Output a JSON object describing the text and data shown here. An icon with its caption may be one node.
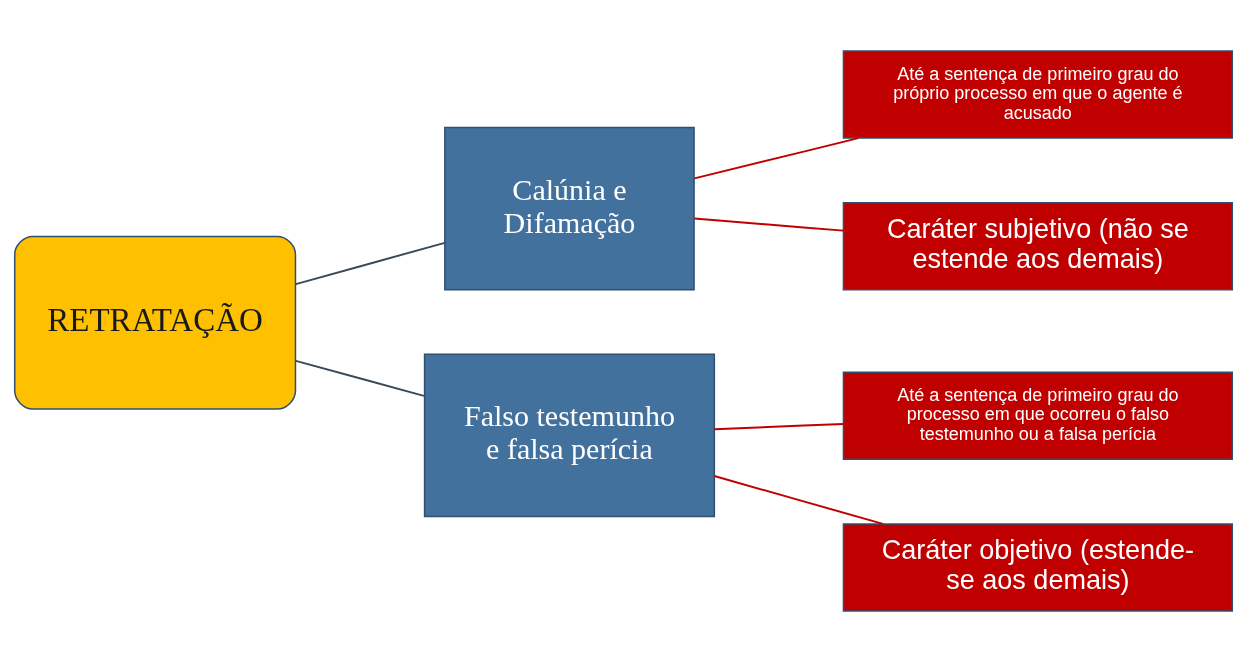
{
  "diagram": {
    "nodes": [
      {
        "text": [
          "RETRATAÇÃO"
        ]
      },
      {
        "text": [
          "Calúnia e Difamação"
        ]
      },
      {
        "text": [
          "Falso testemunho e falsa perícia"
        ]
      },
      {
        "text": [
          "Até a sentença de primeiro grau do próprio processo em que o agente é acusado"
        ]
      },
      {
        "text": [
          "Caráter subjetivo (não se estende aos demais)"
        ]
      },
      {
        "text": [
          "Até a sentença de primeiro grau do processo em que ocorreu o falso testemunho ou a falsa perícia"
        ]
      },
      {
        "text": [
          "Caráter objetivo (estende-se aos demais)"
        ]
      }
    ],
    "edges": [
      {
        "from": 0,
        "to": 1,
        "arrow": "none",
        "color": "#3b4a5a"
      },
      {
        "from": 0,
        "to": 2,
        "arrow": "none",
        "color": "#3b4a5a"
      },
      {
        "from": 1,
        "to": 3,
        "arrow": "none"
      },
      {
        "from": 1,
        "to": 4,
        "arrow": "none"
      },
      {
        "from": 2,
        "to": 5,
        "arrow": "none"
      },
      {
        "from": 2,
        "to": 6,
        "arrow": "none"
      }
    ]
  }
}
